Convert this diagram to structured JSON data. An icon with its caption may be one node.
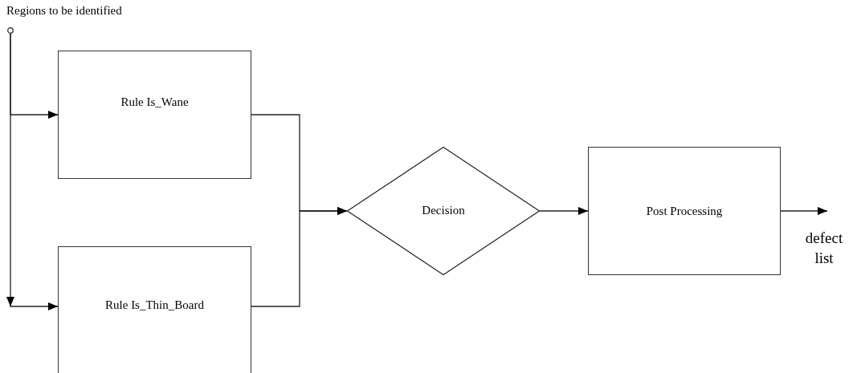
{
  "diagram": {
    "nodes": [
      {
        "text": [],
        "shape": "circle",
        "beside": [
          "Regions to be identified"
        ]
      },
      {
        "text": [
          "Rule Is_Wane"
        ]
      },
      {
        "text": [
          "Rule Is_Thin_Board"
        ]
      },
      {
        "text": [
          "Decision"
        ]
      },
      {
        "text": [
          "Post Processing"
        ]
      }
    ],
    "edges": [
      {
        "from": 0,
        "to": 1,
        "arrow": "to"
      },
      {
        "from": 0,
        "to": 2,
        "arrow": "to"
      },
      {
        "from": 1,
        "to": 3,
        "arrow": "to"
      },
      {
        "from": 2,
        "to": 3,
        "arrow": "to"
      },
      {
        "from": 3,
        "to": 4,
        "arrow": "to"
      },
      {
        "from": 4,
        "to": null,
        "arrow": "to"
      }
    ],
    "labels": [
      "defect list"
    ]
  }
}
